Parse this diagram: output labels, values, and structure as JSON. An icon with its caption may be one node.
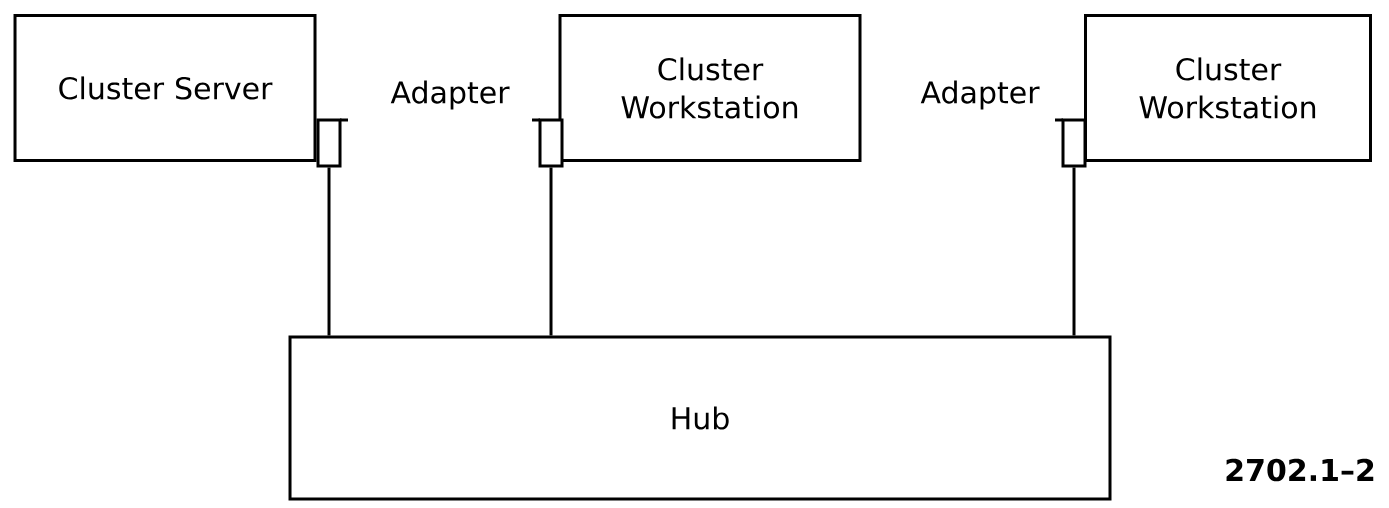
{
  "diagram": {
    "nodes": [
      {
        "text": [
          "Cluster Server"
        ]
      },
      {
        "text": [
          "Cluster Workstation"
        ]
      },
      {
        "text": [
          "Cluster Workstation"
        ]
      },
      {
        "text": [],
        "shape": "box"
      },
      {
        "text": [],
        "shape": "box"
      },
      {
        "text": [],
        "shape": "box"
      },
      {
        "text": [
          "Hub"
        ]
      }
    ],
    "edges": [
      {
        "from": 3,
        "to": 6,
        "arrow": "none"
      },
      {
        "from": 4,
        "to": 6,
        "arrow": "none"
      },
      {
        "from": 5,
        "to": 6,
        "arrow": "none"
      }
    ],
    "labels": [
      "Adapter",
      "Adapter",
      "2702.1–2"
    ]
  }
}
